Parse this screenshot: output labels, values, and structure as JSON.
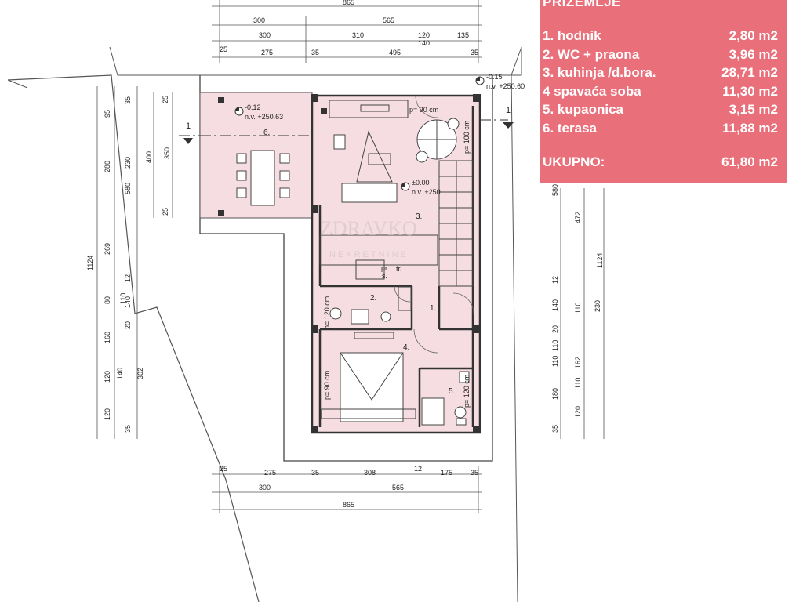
{
  "legend": {
    "title": "PRIZEMLJE",
    "rooms": [
      {
        "name": "1. hodnik",
        "area": "2,80 m2"
      },
      {
        "name": "2. WC + praona",
        "area": "3,96 m2"
      },
      {
        "name": "3. kuhinja /d.bora.",
        "area": "28,71 m2"
      },
      {
        "name": "4  spavaća soba",
        "area": "11,30 m2"
      },
      {
        "name": "5. kupaonica",
        "area": "3,15 m2"
      },
      {
        "name": "6. terasa",
        "area": "11,88 m2"
      }
    ],
    "total_label": "UKUPNO:",
    "total_area": "61,80 m2"
  },
  "colors": {
    "legend_bg": "#e9707a",
    "room_fill": "#f6dde1",
    "wall": "#333333"
  },
  "top_dims": {
    "row0": "865",
    "row1": [
      "300",
      "565"
    ],
    "row2": [
      "300",
      "310",
      "120",
      "135"
    ],
    "row3": [
      "25",
      "275",
      "35",
      "495",
      "140",
      "35"
    ]
  },
  "bottom_dims": {
    "row1": [
      "25",
      "275",
      "35",
      "308",
      "12",
      "175",
      "35"
    ],
    "row2": [
      "300",
      "565"
    ],
    "row3": "865"
  },
  "left_dims": {
    "outer": "1124",
    "col1": [
      "35",
      "95",
      "280",
      "230",
      "269",
      "12",
      "80",
      "110",
      "140",
      "20",
      "160",
      "120",
      "140",
      "302",
      "120",
      "35"
    ],
    "col2": [
      "580"
    ],
    "col3": [
      "400",
      "350",
      "25",
      "25"
    ]
  },
  "right_dims": {
    "col1": [
      "12",
      "140",
      "20",
      "110",
      "162",
      "110",
      "180",
      "110",
      "120",
      "35"
    ],
    "col2": [
      "110",
      "230"
    ],
    "col3": [
      "580",
      "472"
    ],
    "outer": "1124"
  },
  "levels": {
    "terrace_level": "-0.12",
    "terrace_nv": "n.v. +250.63",
    "corner_level": "-0.15",
    "corner_nv": "n.v. +250.60",
    "floor_level": "±0.00",
    "floor_nv": "n.v. +250"
  },
  "section_marks": [
    "1",
    "1"
  ],
  "rooms": {
    "r1": "1.",
    "r2": "2.",
    "r3": "3.",
    "r4": "4.",
    "r5": "5.",
    "r6": "6."
  },
  "door_labels": {
    "d1": "p= 90 cm",
    "d2": "p= 100 cm",
    "d3": "p= 120 cm",
    "d4": "p= 90 cm",
    "d5": "p= 120 cm"
  },
  "fixtures": {
    "pr": "pr.",
    "s": "s.",
    "fr": "fr."
  },
  "watermark": [
    "ZDRAVKO",
    "NEKRETNINE"
  ]
}
